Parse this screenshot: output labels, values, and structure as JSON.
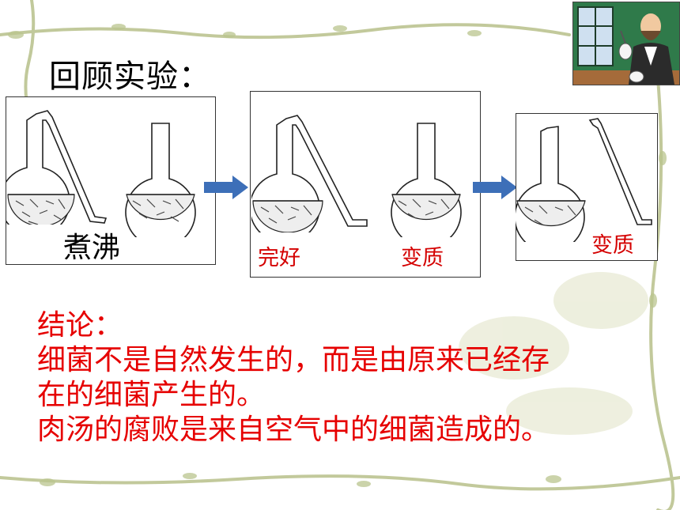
{
  "title": "回顾实验：",
  "labels": {
    "boil": "煮沸",
    "intact": "完好",
    "spoiled_mid": "变质",
    "spoiled_right": "变质"
  },
  "conclusion": {
    "heading": "结论：",
    "line1": "细菌不是自然发生的，而是由原来已经存",
    "line2": "在的细菌产生的。",
    "line3": "肉汤的腐败是来自空气中的细菌造成的。"
  },
  "colors": {
    "conclusion_text": "#e60000",
    "label_text": "#d40000",
    "arrow_blue": "#3d6fb8",
    "vine_green": "#8aa25a"
  },
  "icons": [
    "swan-neck-flask",
    "straight-neck-flask",
    "arrow-right",
    "scientist-portrait"
  ]
}
